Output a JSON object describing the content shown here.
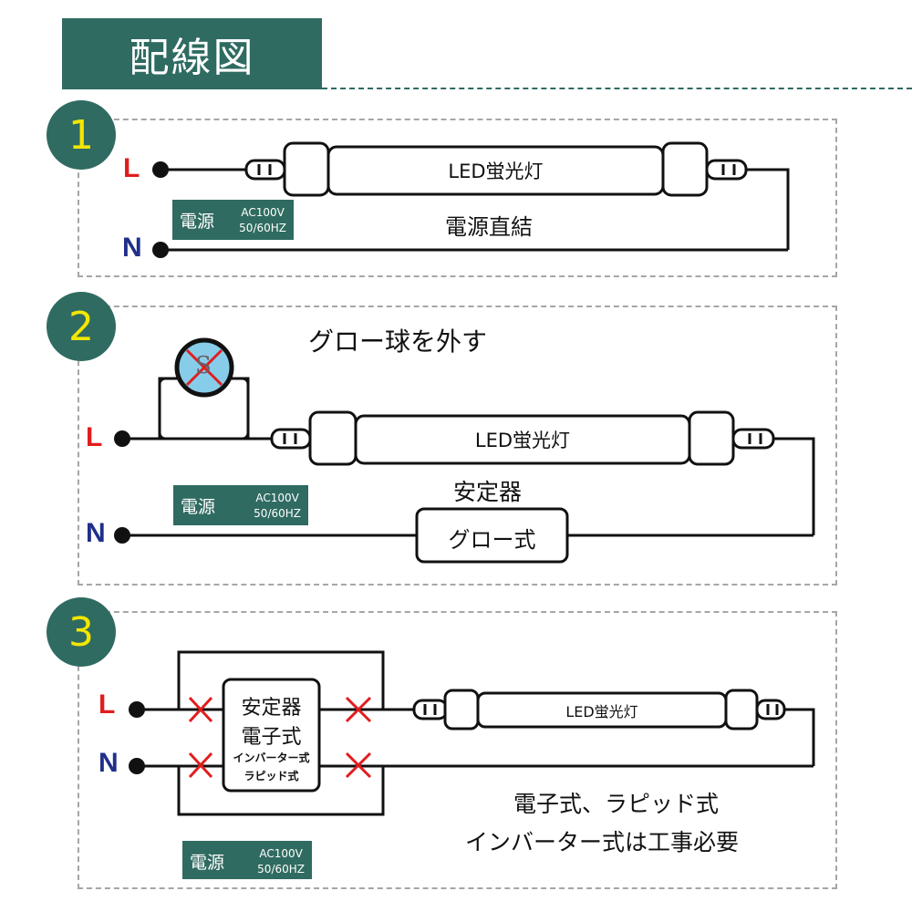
{
  "header": {
    "title": "配線図"
  },
  "terminals": {
    "l": "L",
    "n": "N"
  },
  "power": {
    "label": "電源",
    "ac": "AC100V",
    "hz": "50/60HZ"
  },
  "panel1": {
    "number": "1",
    "lamp_label": "LED蛍光灯",
    "caption": "電源直結"
  },
  "panel2": {
    "number": "2",
    "title": "グロー球を外す",
    "starter_letter": "S",
    "lamp_label": "LED蛍光灯",
    "ballast_title": "安定器",
    "ballast_type": "グロー式"
  },
  "panel3": {
    "number": "3",
    "lamp_label": "LED蛍光灯",
    "ballast_line1": "安定器",
    "ballast_line2": "電子式",
    "ballast_line3": "インバーター式",
    "ballast_line4": "ラピッド式",
    "note_line1": "電子式、ラピッド式",
    "note_line2": "インバーター式は工事必要"
  },
  "colors": {
    "accent": "#2f6b61",
    "badge_text": "#f4e600",
    "live": "#e11d1d",
    "neutral": "#1f2f8a",
    "cross": "#e11d1d",
    "starter_fill": "#87cdea"
  }
}
